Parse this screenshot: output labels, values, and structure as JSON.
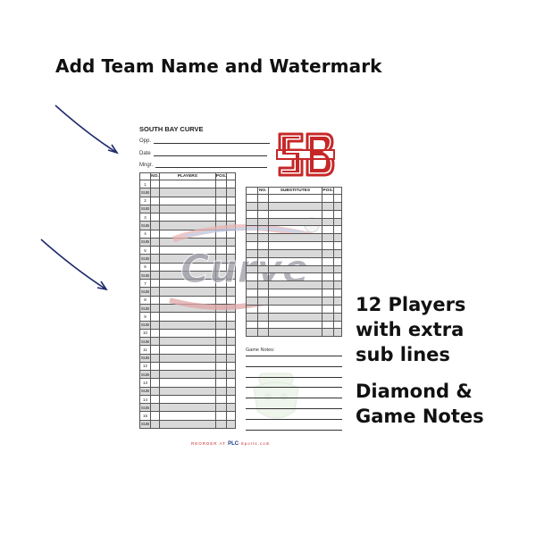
{
  "headline": "Add Team Name and Watermark",
  "sheet": {
    "team_name": "SOUTH BAY CURVE",
    "fields": [
      "Opp.",
      "Date",
      "Mngr."
    ],
    "players_table": {
      "headers": [
        "NO.",
        "PLAYERS",
        "POS."
      ],
      "rows": [
        "1",
        "SUB",
        "2",
        "SUB",
        "3",
        "SUB",
        "4",
        "SUB",
        "5",
        "SUB",
        "6",
        "SUB",
        "7",
        "SUB",
        "8",
        "SUB",
        "9",
        "SUB",
        "10",
        "SUB",
        "11",
        "SUB",
        "12",
        "SUB",
        "13",
        "SUB",
        "14",
        "SUB",
        "15",
        "SUB"
      ]
    },
    "subs_table": {
      "headers": [
        "NO.",
        "SUBSTITUTES",
        "POS."
      ]
    },
    "notes_label": "Game Notes:",
    "footer_prefix": "REORDER AT",
    "footer_brand": "PLC",
    "footer_suffix": "-Sports.com"
  },
  "right_text_1": [
    "12 Players",
    "with extra",
    "sub lines"
  ],
  "right_text_2": [
    "Diamond &",
    "Game Notes"
  ],
  "colors": {
    "accent_red": "#c62828",
    "arrow_navy": "#1f2a6b",
    "sub_shade": "#d9d9d9"
  }
}
